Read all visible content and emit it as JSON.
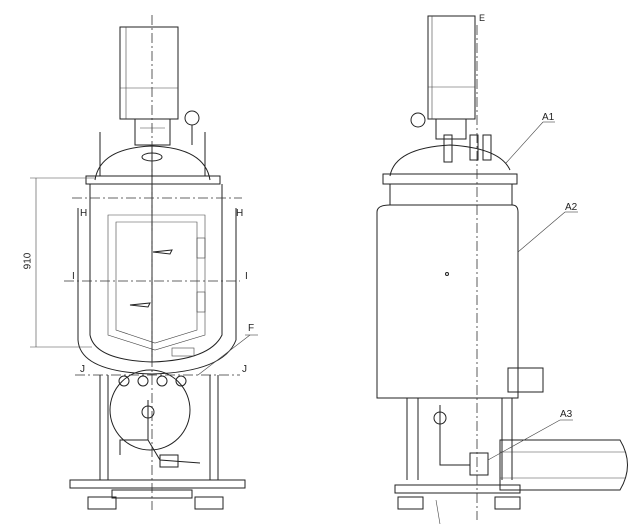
{
  "drawing": {
    "front_view": {
      "dimension": "910",
      "section_labels": {
        "h_left": "H",
        "h_right": "H",
        "i_left": "I",
        "i_right": "I",
        "j_left": "J",
        "j_right": "J"
      },
      "callout_f": "F"
    },
    "side_view": {
      "axis_label": "E",
      "callouts": {
        "a1": "A1",
        "a2": "A2",
        "a3": "A3"
      }
    }
  }
}
